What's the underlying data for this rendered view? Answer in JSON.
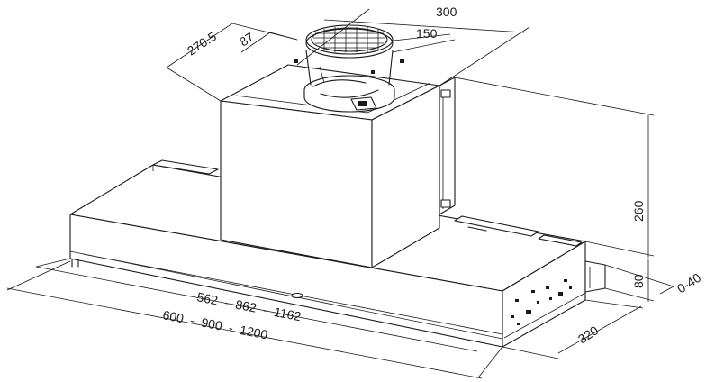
{
  "dimensions": {
    "top_width": "300",
    "duct_diameter": "150",
    "depth_offset": "270.5",
    "side_offset": "87",
    "chimney_height": "260",
    "canopy_height": "80",
    "gap": "0-40",
    "canopy_depth": "320",
    "inner_width": "562  -  862  -  1162",
    "outer_width": "600  -  900  -  1200"
  },
  "colors": {
    "line": "#1a1a1a",
    "background": "#ffffff"
  }
}
